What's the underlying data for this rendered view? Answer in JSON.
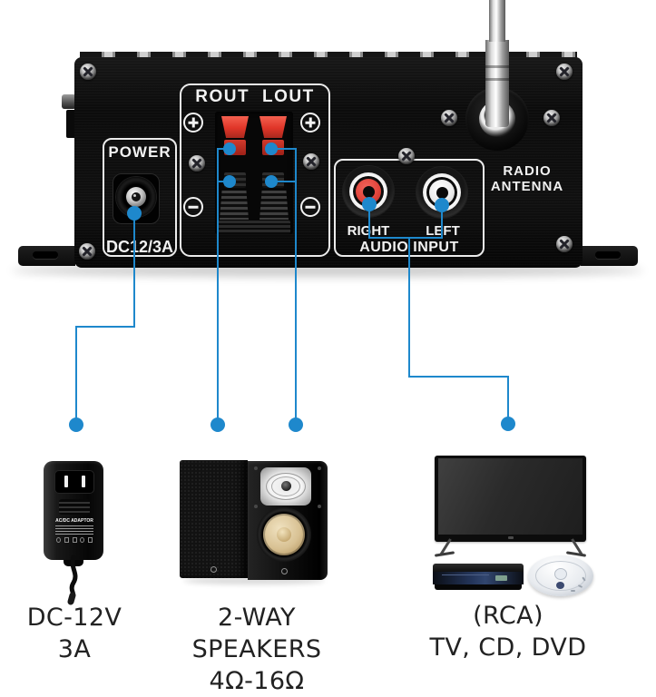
{
  "colors": {
    "accent_blue": "#1e88cc",
    "panel_black": "#0d0d0d",
    "clip_red": "#e03528",
    "rca_red_ring": "#e2453c",
    "rca_white_ring": "#f0f0f0",
    "panel_text": "#f2f2f2",
    "caption_text": "#222222"
  },
  "amplifier": {
    "power": {
      "label": "POWER",
      "jack_label": "DC12/3A"
    },
    "speaker_output": {
      "right_label": "ROUT",
      "left_label": "LOUT",
      "plus_symbol": "+",
      "minus_symbol": "−"
    },
    "audio_input": {
      "right_label": "RIGHT",
      "left_label": "LEFT",
      "section_label": "AUDIO INPUT"
    },
    "antenna": {
      "label_line1": "RADIO",
      "label_line2": "ANTENNA"
    }
  },
  "callouts": {
    "power_adapter": {
      "device_label": "AC/DC ADAPTOR",
      "caption_line1": "DC-12V",
      "caption_line2": "3A"
    },
    "speakers": {
      "caption_line1": "2-WAY",
      "caption_line2": "SPEAKERS",
      "caption_line3": "4Ω-16Ω"
    },
    "audio_sources": {
      "caption_line1": "(RCA)",
      "caption_line2": "TV, CD, DVD"
    }
  }
}
